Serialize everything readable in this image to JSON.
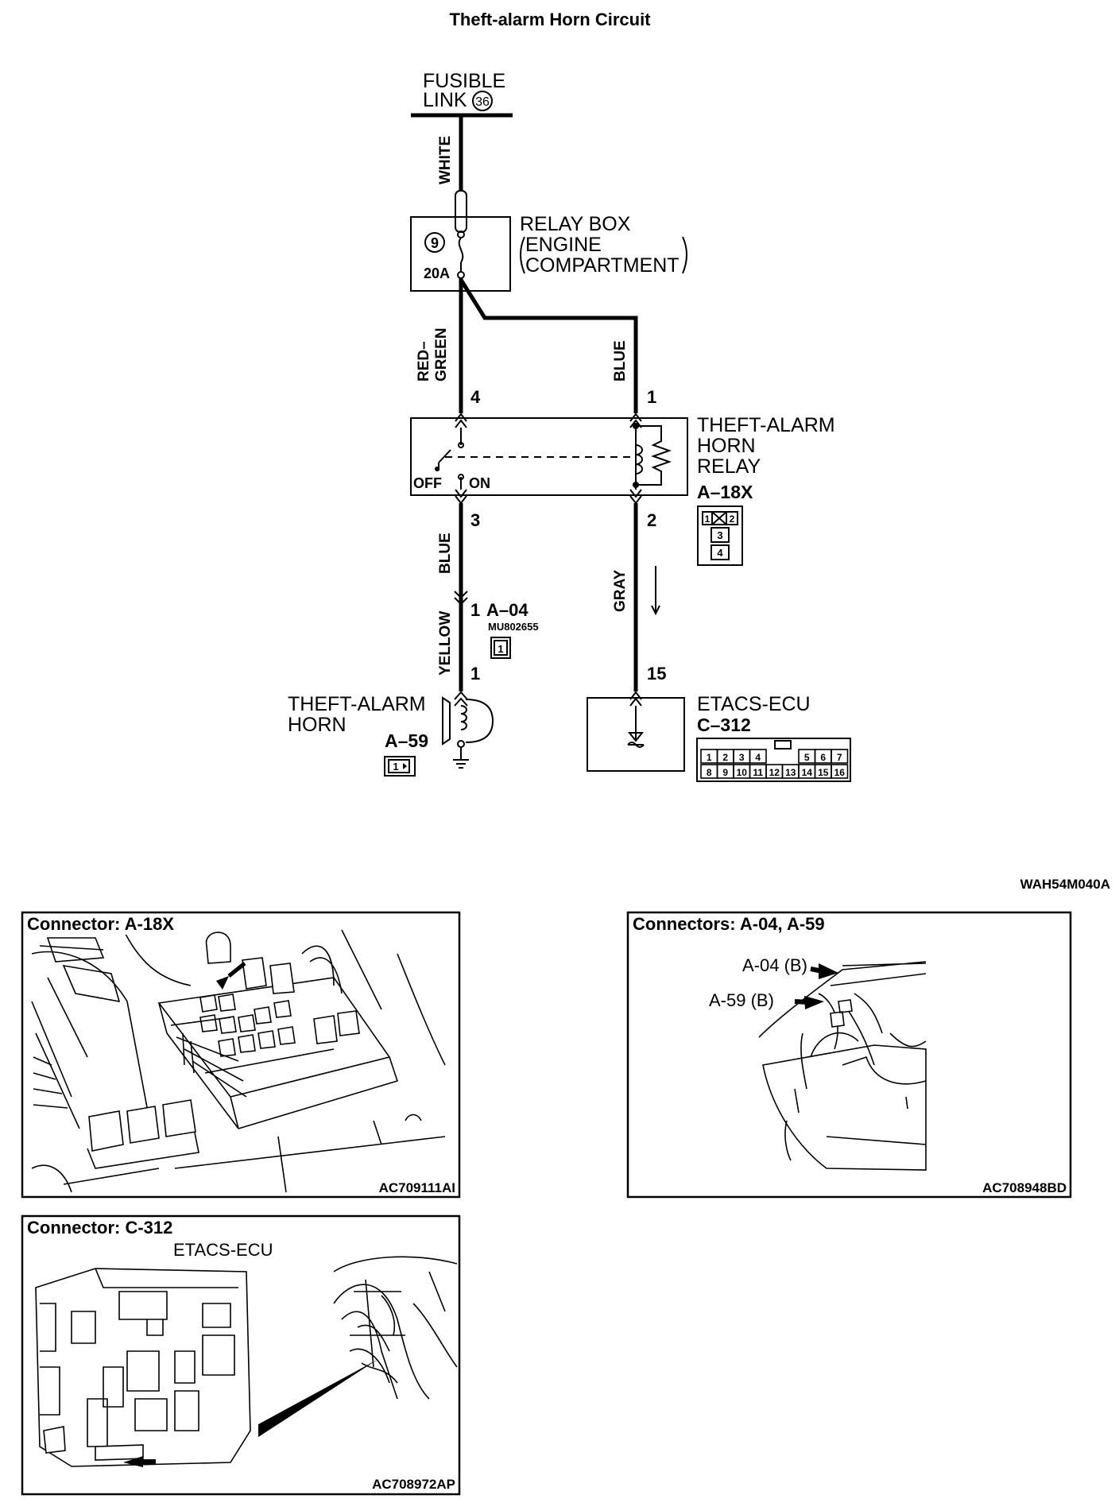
{
  "title": "Theft-alarm Horn Circuit",
  "fusible_link": {
    "label_line1": "FUSIBLE",
    "label_line2": "LINK",
    "number": "36"
  },
  "relay_box": {
    "fuse_number": "9",
    "fuse_rating": "20A",
    "line1": "RELAY BOX",
    "line2": "ENGINE",
    "line3": "COMPARTMENT"
  },
  "wires": {
    "white": "WHITE",
    "red_green_1": "RED–",
    "red_green_2": "GREEN",
    "blue_top": "BLUE",
    "blue_bottom": "BLUE",
    "yellow": "YELLOW",
    "gray": "GRAY"
  },
  "relay": {
    "line1": "THEFT-ALARM",
    "line2": "HORN",
    "line3": "RELAY",
    "off": "OFF",
    "on": "ON",
    "connector_id": "A–18X",
    "pin4": "4",
    "pin1": "1",
    "pin3": "3",
    "pin2": "2"
  },
  "relay_connector_cells": [
    "1",
    "2",
    "3",
    "4"
  ],
  "junction": {
    "pin": "1",
    "connector_id": "A–04",
    "part_number": "MU802655",
    "cell": "1"
  },
  "horn": {
    "line1": "THEFT-ALARM",
    "line2": "HORN",
    "connector_id": "A–59",
    "pin": "1",
    "cell": "1"
  },
  "ecu": {
    "pin": "15",
    "name": "ETACS-ECU",
    "connector_id": "C–312"
  },
  "ecu_connector_row1": [
    "1",
    "2",
    "3",
    "4",
    "5",
    "6",
    "7"
  ],
  "ecu_connector_row2": [
    "8",
    "9",
    "10",
    "11",
    "12",
    "13",
    "14",
    "15",
    "16"
  ],
  "diagram_code": "WAH54M040A",
  "panels": {
    "a18x": {
      "title": "Connector: A-18X",
      "code": "AC709111AI"
    },
    "a04_a59": {
      "title": "Connectors: A-04, A-59",
      "callout1": "A-04 (B)",
      "callout2": "A-59 (B)",
      "code": "AC708948BD"
    },
    "c312": {
      "title": "Connector: C-312",
      "subtitle": "ETACS-ECU",
      "code": "AC708972AP"
    }
  }
}
